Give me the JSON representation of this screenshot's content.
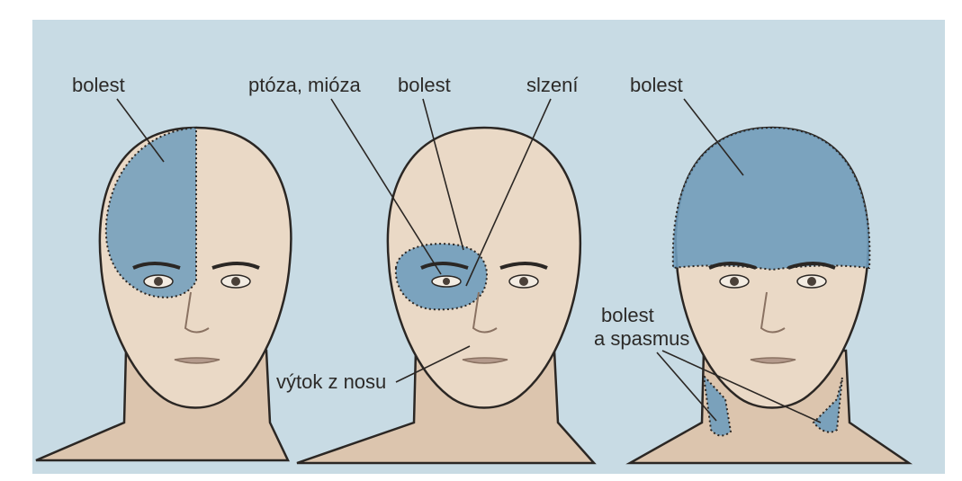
{
  "colors": {
    "page": "#ffffff",
    "panel": "#c8dbe4",
    "skin": "#ead9c6",
    "skin_shadow": "#dcc5ae",
    "pain_region": "#6f9cbc",
    "outline": "#2b2724",
    "label_text": "#2c2a28"
  },
  "labels": {
    "head1_pain": "bolest",
    "ptosis_miosis": "ptóza, mióza",
    "head2_pain": "bolest",
    "tearing": "slzení",
    "rhinorrhea": "výtok z nosu",
    "head3_pain": "bolest",
    "neck_pain_line1": "bolest",
    "neck_pain_line2": "a spasmus"
  }
}
